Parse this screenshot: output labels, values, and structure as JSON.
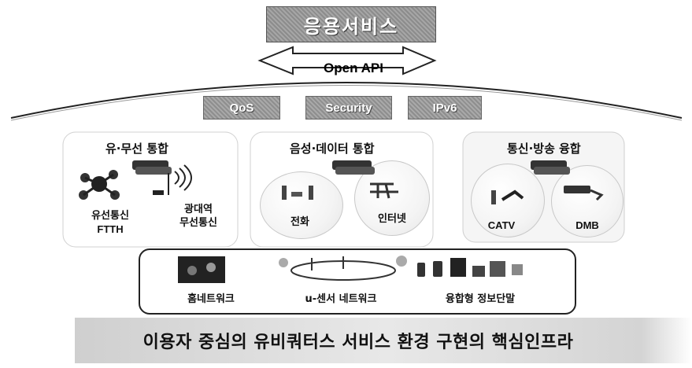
{
  "top_banner": {
    "label": "응용서비스"
  },
  "api": {
    "label": "Open API"
  },
  "chips": {
    "qos": "QoS",
    "security": "Security",
    "ipv6": "IPv6"
  },
  "groups": {
    "wired_wireless": {
      "title": "유·무선 통합",
      "wired_label_line1": "유선통신",
      "wired_label_line2": "FTTH",
      "wireless_label_line1": "광대역",
      "wireless_label_line2": "무선통신"
    },
    "voice_data": {
      "title": "음성·데이터 통합",
      "phone_label": "전화",
      "internet_label": "인터넷"
    },
    "broadcast": {
      "title": "통신·방송 융합",
      "catv_label": "CATV",
      "dmb_label": "DMB"
    }
  },
  "bottom": {
    "home_network": "홈네트워크",
    "sensor_network": "u-센서 네트워크",
    "terminal": "융합형 정보단말"
  },
  "footer": {
    "text": "이용자 중심의 유비쿼터스 서비스 환경 구현의 핵심인프라"
  }
}
